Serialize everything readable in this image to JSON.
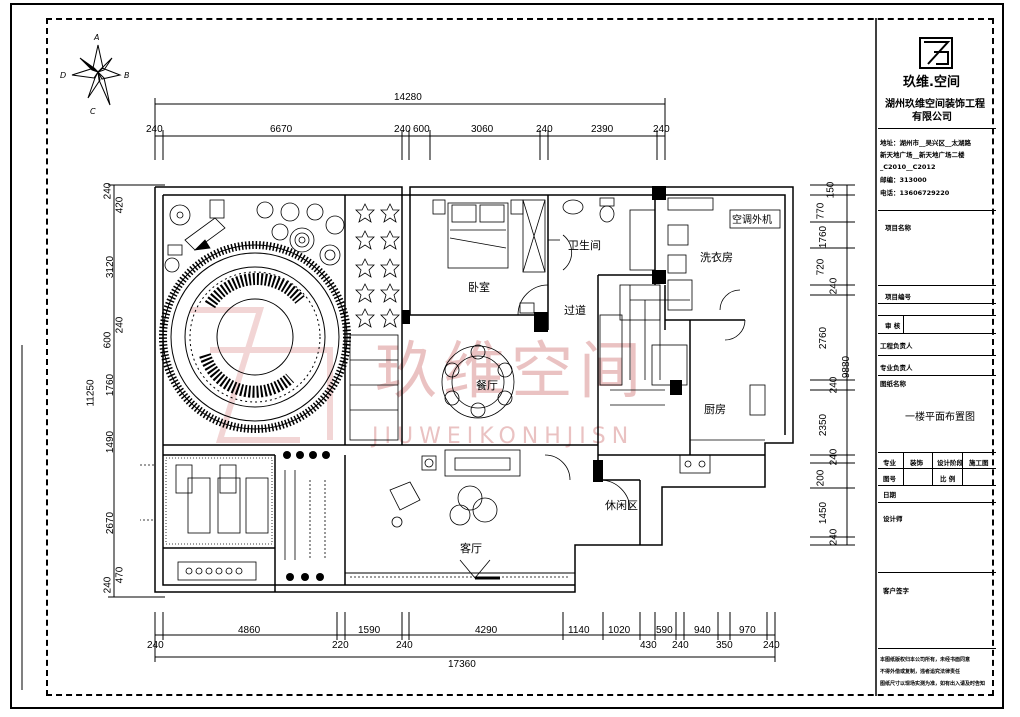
{
  "compass": {
    "n": "A",
    "e": "B",
    "s": "C",
    "w": "D"
  },
  "company": {
    "logo_text": "玖维.空间",
    "name_line1": "湖州玖维空间装饰工程",
    "name_line2": "有限公司",
    "address_line1": "地址：湖州市__吴兴区__太湖路",
    "address_line2": "新天地广场__新天地广场二楼",
    "address_line3": "_C2010__C2012",
    "postcode": "邮编：313000",
    "phone": "电话：13606729220"
  },
  "title_block": {
    "project_name": "项目名称",
    "project_no": "项目编号",
    "review": "审 核",
    "engineering_lead": "工程负责人",
    "professional_lead": "专业负责人",
    "drawing_name": "图纸名称",
    "drawing_title": "一楼平面布置图",
    "specialty": "专业",
    "specialty_val": "装饰",
    "design_stage": "设计阶段",
    "design_stage_val": "施工图",
    "drawing_no": "图号",
    "scale": "比 例",
    "date": "日期",
    "designer": "设计师",
    "client_confirm": "客户签字",
    "note1": "本图纸版权归本公司所有，未经书面同意",
    "note2": "不得外借或复制，违者追究法律责任",
    "note3": "图纸尺寸以现场实测为准，如有出入请及时告知"
  },
  "dims_top": {
    "total": "14280",
    "segments": [
      "240",
      "6670",
      "240",
      "600",
      "3060",
      "240",
      "2390",
      "240"
    ]
  },
  "dims_bottom": {
    "total": "17360",
    "segments": [
      "240",
      "4860",
      "220",
      "1590",
      "240",
      "4290",
      "1140",
      "1020",
      "430",
      "590",
      "240",
      "940",
      "350",
      "970",
      "240"
    ]
  },
  "dims_left": {
    "total": "11250",
    "segments": [
      "240",
      "420",
      "3120",
      "240",
      "600",
      "1760",
      "1490",
      "2670",
      "240",
      "470"
    ]
  },
  "dims_right": {
    "total": "9880",
    "segments": [
      "150",
      "770",
      "1760",
      "720",
      "240",
      "2760",
      "240",
      "2350",
      "240",
      "200",
      "1450",
      "240"
    ]
  },
  "rooms": {
    "bedroom": "卧室",
    "bathroom": "卫生间",
    "laundry": "洗衣房",
    "ac_unit": "空调外机",
    "corridor": "过道",
    "dining": "餐厅",
    "kitchen": "厨房",
    "leisure": "休闲区",
    "living": "客厅"
  },
  "watermark": {
    "main": "玖维空间",
    "sub": "JIUWEIKONHJISN"
  },
  "colors": {
    "line": "#000000",
    "wall": "#000000",
    "watermark": "#e8b4b4"
  }
}
